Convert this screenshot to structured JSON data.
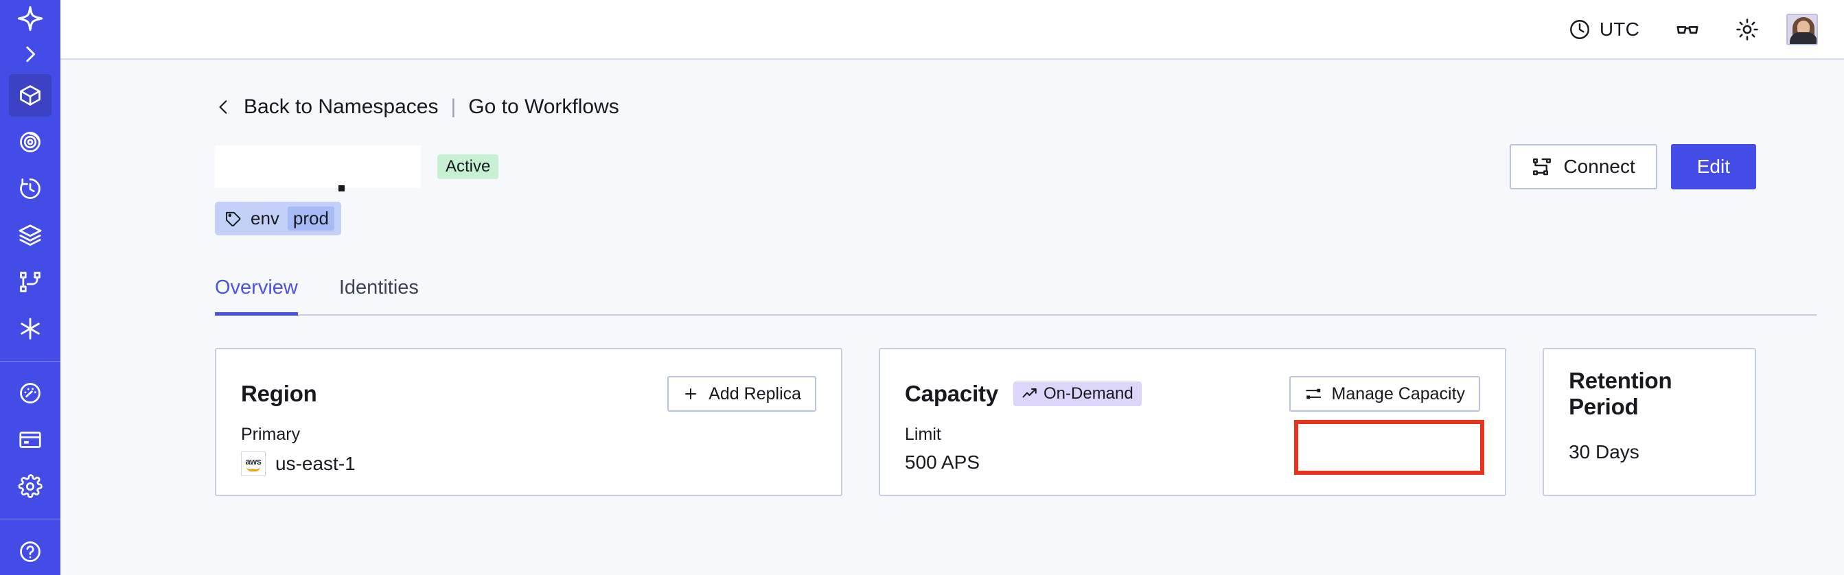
{
  "sidebar": {
    "logo": {
      "name": "temporal-logo"
    },
    "expand": {
      "label": "expand-sidebar",
      "icon": "chevron-right-icon"
    },
    "primary_items": [
      {
        "icon": "cube-icon",
        "name": "namespaces",
        "active": true
      },
      {
        "icon": "eye-spiral-icon",
        "name": "observability",
        "active": false
      },
      {
        "icon": "timer-icon",
        "name": "recent-activity",
        "active": false
      },
      {
        "icon": "layers-icon",
        "name": "services",
        "active": false
      },
      {
        "icon": "git-branch-icon",
        "name": "workflows",
        "active": false
      },
      {
        "icon": "asterisk-icon",
        "name": "schedules",
        "active": false
      }
    ],
    "secondary_items": [
      {
        "icon": "gauge-icon",
        "name": "usage"
      },
      {
        "icon": "credit-card-icon",
        "name": "billing"
      },
      {
        "icon": "gear-icon",
        "name": "settings"
      }
    ]
  },
  "topbar": {
    "timezone_label": "UTC",
    "timezone_icon": "clock-icon",
    "docs_icon": "glasses-icon",
    "theme_icon": "sun-icon",
    "avatar_name": "user-avatar"
  },
  "breadcrumb": {
    "back_icon": "chevron-left-icon",
    "back_label": "Back to Namespaces",
    "separator": "|",
    "forward_label": "Go to Workflows"
  },
  "header": {
    "namespace_name": "",
    "status_badge": "Active",
    "connect_label": "Connect",
    "connect_icon": "connect-icon",
    "edit_label": "Edit"
  },
  "tags": [
    {
      "icon": "tag-icon",
      "key": "env",
      "value": "prod"
    }
  ],
  "tabs": [
    {
      "label": "Overview",
      "active": true
    },
    {
      "label": "Identities",
      "active": false
    }
  ],
  "cards": {
    "region": {
      "title": "Region",
      "action_label": "Add Replica",
      "action_icon": "plus-icon",
      "sub_label": "Primary",
      "provider_icon": "aws-logo",
      "value": "us-east-1"
    },
    "capacity": {
      "title": "Capacity",
      "badge_label": "On-Demand",
      "badge_icon": "trending-up-icon",
      "action_label": "Manage Capacity",
      "action_icon": "sliders-icon",
      "sub_label": "Limit",
      "value": "500 APS"
    },
    "retention": {
      "title": "Retention Period",
      "value": "30 Days"
    }
  },
  "annotation": {
    "highlight_target": "manage-capacity-button",
    "highlight_color": "#e8341c"
  },
  "colors": {
    "brand": "#444ce7",
    "sidebar_active": "#3b42c4",
    "page_bg": "#f7f8fb",
    "card_border": "#c5cee2",
    "badge_active_bg": "#c8f0d2",
    "badge_ondemand_bg": "#ddd6fa",
    "tag_chip_bg": "#c3d0f7",
    "tag_value_bg": "#a7baf5",
    "tab_active": "#4a52e0",
    "highlight": "#e8341c"
  }
}
